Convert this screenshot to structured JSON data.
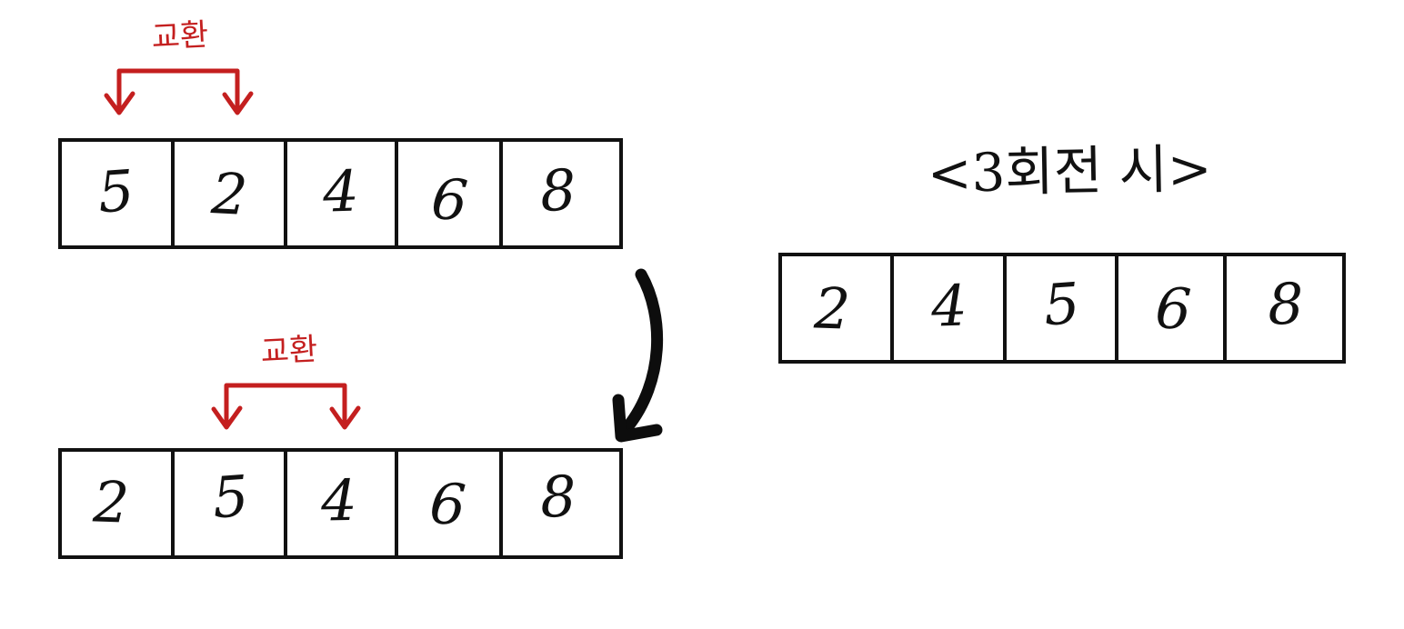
{
  "figure": {
    "title_right": "<3회전 시>",
    "swap_label": "교환",
    "red_color": "#c41f1f",
    "ink_color": "#111111",
    "background": "#ffffff"
  },
  "arrays": [
    {
      "id": "array-before",
      "name": "array-row-top",
      "values": [
        "5",
        "2",
        "4",
        "6",
        "8"
      ],
      "annotation": {
        "label": "교환",
        "from_index": 0,
        "to_index": 1
      }
    },
    {
      "id": "array-after",
      "name": "array-row-middle",
      "values": [
        "2",
        "5",
        "4",
        "6",
        "8"
      ],
      "annotation": {
        "label": "교환",
        "from_index": 1,
        "to_index": 2
      }
    },
    {
      "id": "array-result",
      "name": "array-row-right",
      "values": [
        "2",
        "4",
        "5",
        "6",
        "8"
      ],
      "annotation": null
    }
  ],
  "flow_arrow": {
    "name": "curved-down-arrow",
    "description": "large curved arrow from top array to middle array"
  }
}
